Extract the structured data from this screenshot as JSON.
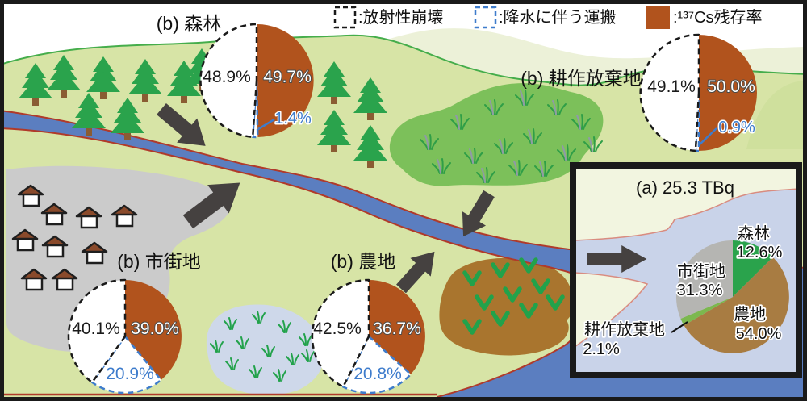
{
  "legend": {
    "decay_label": ":放射性崩壊",
    "transport_label": ":降水に伴う運搬",
    "remaining_label": ":¹³⁷Cs残存率"
  },
  "map_labels": {
    "forest": "(b) 森林",
    "abandoned": "(b) 耕作放棄地",
    "urban": "(b) 市街地",
    "farmland": "(b) 農地"
  },
  "pie_values": {
    "forest": {
      "decay": "48.9%",
      "remaining": "49.7%",
      "transport": "1.4%"
    },
    "abandoned": {
      "decay": "49.1%",
      "remaining": "50.0%",
      "transport": "0.9%"
    },
    "urban": {
      "decay": "40.1%",
      "remaining": "39.0%",
      "transport": "20.9%"
    },
    "farmland": {
      "decay": "42.5%",
      "remaining": "36.7%",
      "transport": "20.8%"
    }
  },
  "inset": {
    "title": "(a) 25.3 TBq",
    "forest_label": "森林",
    "forest_pct": "12.6%",
    "urban_label": "市街地",
    "urban_pct": "31.3%",
    "farmland_label": "農地",
    "farmland_pct": "54.0%",
    "abandoned_label": "耕作放棄地",
    "abandoned_pct": "2.1%"
  },
  "colors": {
    "cs_remaining_brown": "#b1531d",
    "transport_blue": "#3e7ccc",
    "decay_dash_black": "#1a1a1a",
    "land_green": "#d7e4a6",
    "river_blue": "#5b7ec0",
    "river_bank_red": "#b03a2a",
    "urban_gray": "#cbcbcb",
    "abandoned_green": "#7cc05a",
    "farmland_brown": "#a9752e",
    "inset_water": "#c9d3e9",
    "inset_cream": "#f2f5e0"
  },
  "chart_data": [
    {
      "type": "pie",
      "id": "forest",
      "title": "(b) 森林",
      "center": [
        318,
        100
      ],
      "radius": 70,
      "slices": [
        {
          "label": "137Cs残存率",
          "value": 49.7,
          "color": "#b1531d",
          "stroke": "none"
        },
        {
          "label": "降水に伴う運搬",
          "value": 1.4,
          "color": "#ffffff",
          "stroke": "blue-dash"
        },
        {
          "label": "放射性崩壊",
          "value": 48.9,
          "color": "#ffffff",
          "stroke": "black-dash"
        }
      ]
    },
    {
      "type": "pie",
      "id": "abandoned",
      "title": "(b) 耕作放棄地",
      "center": [
        866,
        115
      ],
      "radius": 72,
      "slices": [
        {
          "label": "137Cs残存率",
          "value": 50.0,
          "color": "#b1531d",
          "stroke": "none"
        },
        {
          "label": "降水に伴う運搬",
          "value": 0.9,
          "color": "#ffffff",
          "stroke": "blue-dash"
        },
        {
          "label": "放射性崩壊",
          "value": 49.1,
          "color": "#ffffff",
          "stroke": "black-dash"
        }
      ]
    },
    {
      "type": "pie",
      "id": "urban",
      "title": "(b) 市街地",
      "center": [
        155,
        417
      ],
      "radius": 70,
      "slices": [
        {
          "label": "137Cs残存率",
          "value": 39.0,
          "color": "#b1531d",
          "stroke": "none"
        },
        {
          "label": "降水に伴う運搬",
          "value": 20.9,
          "color": "#ffffff",
          "stroke": "blue-dash"
        },
        {
          "label": "放射性崩壊",
          "value": 40.1,
          "color": "#ffffff",
          "stroke": "black-dash"
        }
      ]
    },
    {
      "type": "pie",
      "id": "farmland",
      "title": "(b) 農地",
      "center": [
        457,
        417
      ],
      "radius": 70,
      "slices": [
        {
          "label": "137Cs残存率",
          "value": 36.7,
          "color": "#b1531d",
          "stroke": "none"
        },
        {
          "label": "降水に伴う運搬",
          "value": 20.8,
          "color": "#ffffff",
          "stroke": "blue-dash"
        },
        {
          "label": "放射性崩壊",
          "value": 42.5,
          "color": "#ffffff",
          "stroke": "black-dash"
        }
      ]
    },
    {
      "type": "pie",
      "id": "total",
      "title": "(a) 25.3 TBq",
      "center": [
        908,
        368
      ],
      "radius": 70,
      "slices": [
        {
          "label": "森林",
          "value": 12.6,
          "color": "#2aa34c",
          "stroke": "none"
        },
        {
          "label": "農地",
          "value": 54.0,
          "color": "#a87c42",
          "stroke": "none"
        },
        {
          "label": "耕作放棄地",
          "value": 2.1,
          "color": "#7cb84e",
          "stroke": "none"
        },
        {
          "label": "市街地",
          "value": 31.3,
          "color": "#b5b5b2",
          "stroke": "none"
        }
      ]
    }
  ]
}
